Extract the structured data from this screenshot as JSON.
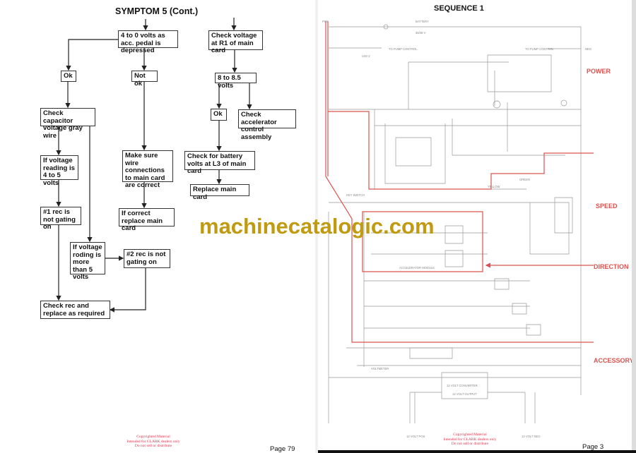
{
  "left_page": {
    "title": "SYMPTOM 5 (Cont.)",
    "boxes": {
      "start": "4 to 0 volts as acc. pedal is depressed",
      "ok": "Ok",
      "not_ok": "Not ok",
      "check_capacitor": "Check capacitor voltage gray wire",
      "voltage_4_5": "If voltage reading is 4 to 5 volts",
      "rec1": "#1 rec is not gating on",
      "wire_connections": "Make sure wire connections to main card are correct",
      "replace_if_correct": "If correct replace main card",
      "voltage_more_5": "If voltage roding is more than 5 volts",
      "rec2": "#2 rec is not gating on",
      "check_rec": "Check rec and replace as required",
      "check_r1": "Check voltage at R1 of main card",
      "volts_8_85": "8 to 8.5 volts",
      "ok2": "Ok",
      "check_accelerator": "Check accelerator control assembly",
      "check_battery": "Check for battery volts at L3 of main card",
      "replace_main": "Replace main card"
    },
    "copyright": [
      "Copyrighted Material",
      "Intended for CLARK dealers only",
      "Do not sell or distribute"
    ],
    "page_number": "Page 79"
  },
  "watermark": "machinecatalogic.com",
  "right_page": {
    "title": "SEQUENCE 1",
    "sections": {
      "power": "POWER",
      "speed": "SPEED",
      "direction": "DIRECTION",
      "accessory": "ACCESSORY"
    },
    "schematic_labels": {
      "pos": "POS",
      "battery": "BATTERY",
      "battery_volts": "36/48 V",
      "pump1": "TO PUMP CONTROL",
      "pump2": "TO PUMP CONTROL",
      "neg": "NEG",
      "led2": "LED 2",
      "key_switch": "KEY SWITCH",
      "accel_module": "ACCELERATOR MODULE",
      "voltmeter": "VOLTMETER",
      "converter": "12 VOLT CONVERTER",
      "output": "12 VOLT OUTPUT",
      "v12_pos": "12 VOLT POS",
      "v12_neg": "12 VOLT NEG",
      "green": "GREEN",
      "yellow": "YELLOW"
    },
    "copyright": [
      "Copyrighted Material",
      "Intended for CLARK dealers only",
      "Do not sell or distribute"
    ],
    "page_number": "Page 3"
  }
}
